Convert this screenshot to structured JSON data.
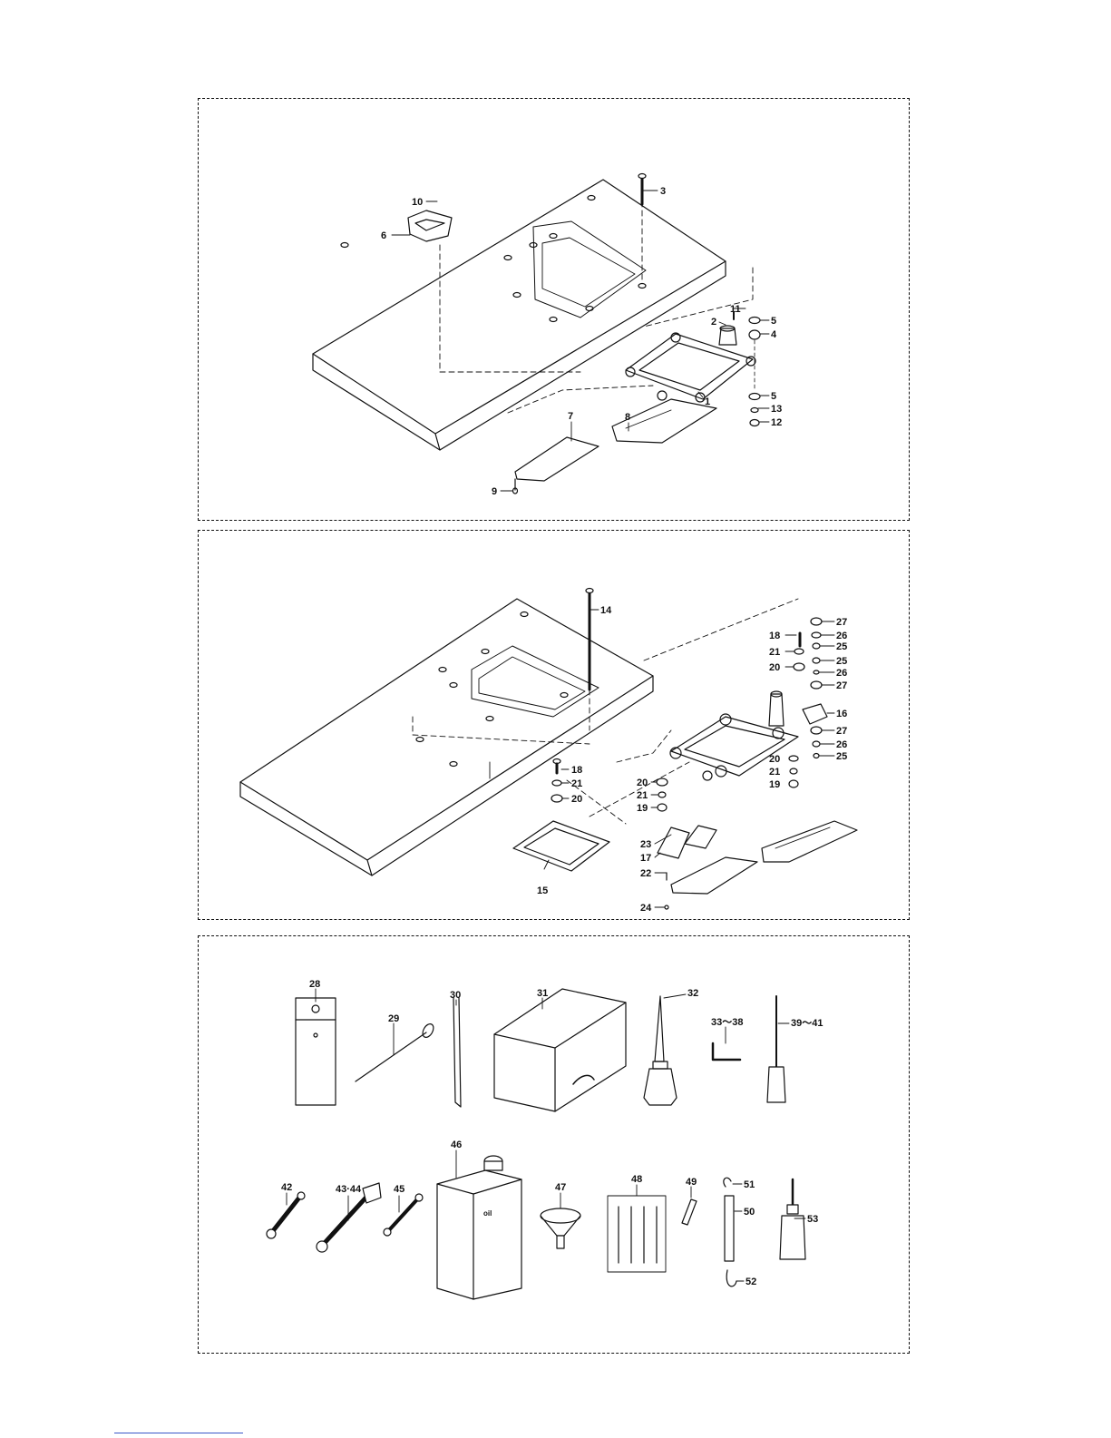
{
  "panels": [
    {
      "id": "panel-1",
      "callouts": [
        "10",
        "6",
        "3",
        "11",
        "2",
        "5",
        "4",
        "1",
        "5",
        "13",
        "12",
        "7",
        "8",
        "9"
      ]
    },
    {
      "id": "panel-2",
      "callouts": [
        "14",
        "18",
        "21",
        "20",
        "27",
        "26",
        "25",
        "25",
        "26",
        "27",
        "16",
        "27",
        "26",
        "25",
        "20",
        "21",
        "19",
        "20",
        "21",
        "19",
        "18",
        "21",
        "20",
        "23",
        "17",
        "22",
        "15",
        "24"
      ]
    },
    {
      "id": "panel-3",
      "callouts": [
        "28",
        "29",
        "30",
        "31",
        "32",
        "33～38",
        "39～41",
        "42",
        "43·44",
        "45",
        "46",
        "47",
        "48",
        "49",
        "51",
        "50",
        "52",
        "53"
      ]
    }
  ],
  "labels": {
    "p1_10": "10",
    "p1_6": "6",
    "p1_3": "3",
    "p1_11": "11",
    "p1_2": "2",
    "p1_5a": "5",
    "p1_4": "4",
    "p1_1": "1",
    "p1_5b": "5",
    "p1_13": "13",
    "p1_12": "12",
    "p1_7": "7",
    "p1_8": "8",
    "p1_9": "9",
    "p2_14": "14",
    "p2_18a": "18",
    "p2_21a": "21",
    "p2_20a": "20",
    "p2_27a": "27",
    "p2_26a": "26",
    "p2_25a": "25",
    "p2_25b": "25",
    "p2_26b": "26",
    "p2_27b": "27",
    "p2_16": "16",
    "p2_27c": "27",
    "p2_26c": "26",
    "p2_25c": "25",
    "p2_20b": "20",
    "p2_21b": "21",
    "p2_19a": "19",
    "p2_20c": "20",
    "p2_21c": "21",
    "p2_19b": "19",
    "p2_18b": "18",
    "p2_21d": "21",
    "p2_20d": "20",
    "p2_23": "23",
    "p2_17": "17",
    "p2_22": "22",
    "p2_15": "15",
    "p2_24": "24",
    "p3_28": "28",
    "p3_29": "29",
    "p3_30": "30",
    "p3_31": "31",
    "p3_32": "32",
    "p3_33": "33～38",
    "p3_39": "39～41",
    "p3_42": "42",
    "p3_43": "43·44",
    "p3_45": "45",
    "p3_46": "46",
    "p3_47": "47",
    "p3_48": "48",
    "p3_49": "49",
    "p3_51": "51",
    "p3_50": "50",
    "p3_52": "52",
    "p3_53": "53",
    "oil_can_mark": "oil"
  },
  "colors": {
    "line": "#111111",
    "footer_link": "#3a57c9"
  }
}
